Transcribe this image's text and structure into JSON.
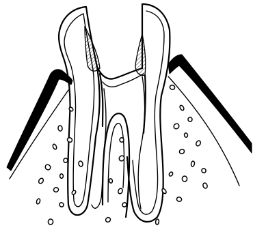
{
  "figure": {
    "subject": "tooth-cross-section",
    "colors": {
      "ink": "#000000",
      "paper": "#ffffff"
    },
    "icons": [
      "tooth-crown-shape",
      "root-canal-shape",
      "bone-granule-shape",
      "gingiva-shape"
    ]
  }
}
